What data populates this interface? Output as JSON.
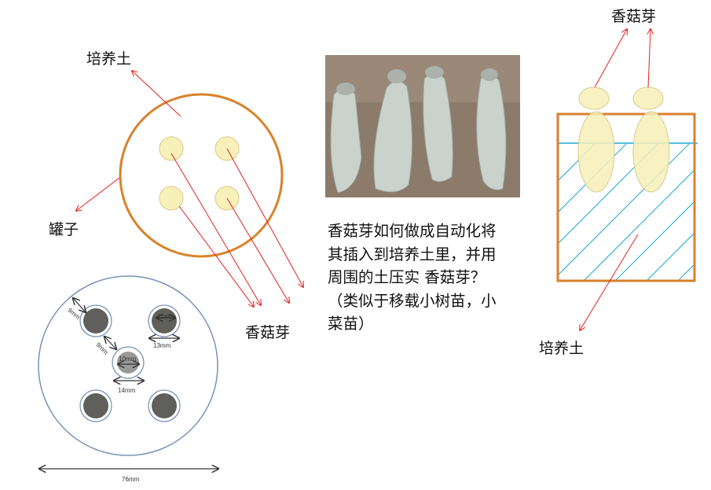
{
  "labels": {
    "soil_left": "培养土",
    "jar": "罐子",
    "sprout_left": "香菇芽",
    "sprout_right": "香菇芽",
    "soil_right": "培养土"
  },
  "question": "香菇芽如何做成自动化将其插入到培养土里，并用周围的土压实 香菇芽？（类似于移载小树苗，小菜苗）",
  "dimensions": {
    "wall_gap": "9mm",
    "hole_gap": "9mm",
    "inner_small": "11mm",
    "outer_small": "13mm",
    "inner_center": "10mm",
    "outer_center": "14mm",
    "total": "76mm"
  },
  "colors": {
    "orange": "#d9822b",
    "sprout": "#f7f0b8",
    "arrow": "#e02020",
    "blue": "#1aa7d6",
    "plan": "#7a93b8"
  }
}
